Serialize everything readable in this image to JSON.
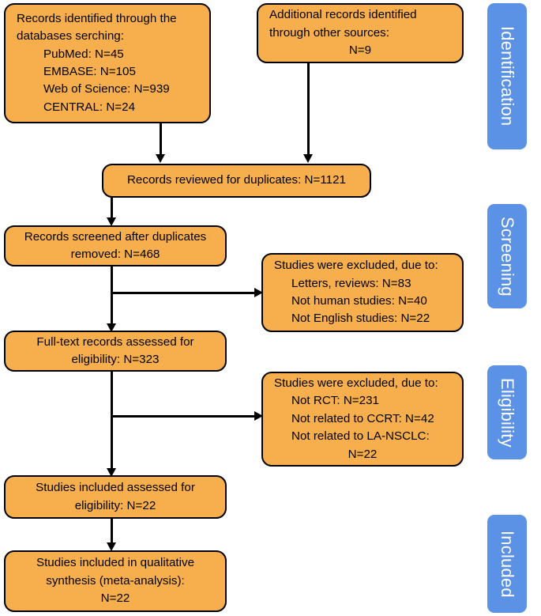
{
  "diagram": {
    "type": "prisma-flow-diagram",
    "colors": {
      "box_fill": "#F7AF4D",
      "box_border": "#000000",
      "stage_fill": "#5B92E5",
      "stage_text": "#FFFFFF",
      "connector": "#000000",
      "background": "#FFFFFF"
    }
  },
  "boxes": {
    "identified_databases": {
      "lines": [
        "Records identified through the",
        "databases serching:",
        "PubMed: N=45",
        "EMBASE: N=105",
        "Web of Science: N=939",
        "CENTRAL: N=24"
      ]
    },
    "identified_other": {
      "lines": [
        "Additional records identified",
        "through other sources:",
        "N=9"
      ]
    },
    "duplicates": {
      "lines": [
        "Records reviewed for duplicates: N=1121"
      ]
    },
    "screened": {
      "lines": [
        "Records screened after duplicates",
        "removed: N=468"
      ]
    },
    "excluded_screening": {
      "lines": [
        "Studies were excluded, due to:",
        "Letters, reviews: N=83",
        "Not human studies: N=40",
        "Not English studies: N=22"
      ]
    },
    "fulltext": {
      "lines": [
        "Full-text records assessed for",
        "eligibility: N=323"
      ]
    },
    "excluded_eligibility": {
      "lines": [
        "Studies were excluded, due to:",
        "Not RCT: N=231",
        "Not related to CCRT: N=42",
        "Not related to LA-NSCLC:",
        "N=22"
      ]
    },
    "included_assessed": {
      "lines": [
        "Studies included assessed for",
        "eligibility: N=22"
      ]
    },
    "included_synthesis": {
      "lines": [
        "Studies included in qualitative",
        "synthesis (meta-analysis):",
        "N=22"
      ]
    }
  },
  "stages": [
    {
      "label": "Identification"
    },
    {
      "label": "Screening"
    },
    {
      "label": "Eligibility"
    },
    {
      "label": "Included"
    }
  ]
}
